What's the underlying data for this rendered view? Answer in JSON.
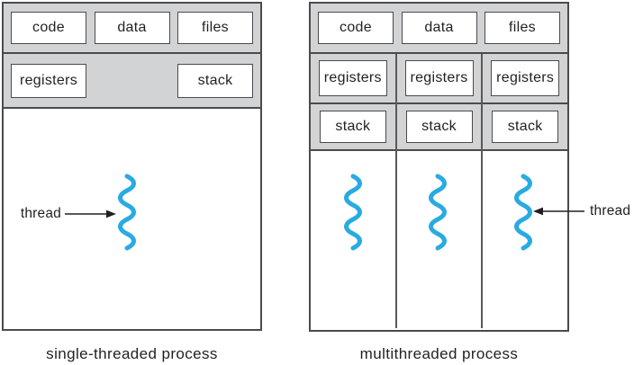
{
  "figure": {
    "left": {
      "caption": "single-threaded process",
      "top_boxes": [
        "code",
        "data",
        "files"
      ],
      "registers": "registers",
      "stack": "stack",
      "thread_label": "thread"
    },
    "right": {
      "caption": "multithreaded process",
      "top_boxes": [
        "code",
        "data",
        "files"
      ],
      "columns": [
        {
          "registers": "registers",
          "stack": "stack"
        },
        {
          "registers": "registers",
          "stack": "stack"
        },
        {
          "registers": "registers",
          "stack": "stack"
        }
      ],
      "thread_label": "thread"
    },
    "colors": {
      "thread_blue": "#29abe2",
      "band_gray": "#d1d3d4",
      "border_dark": "#4a4b4d",
      "divider_gray": "#58595b",
      "text": "#231f20"
    }
  }
}
